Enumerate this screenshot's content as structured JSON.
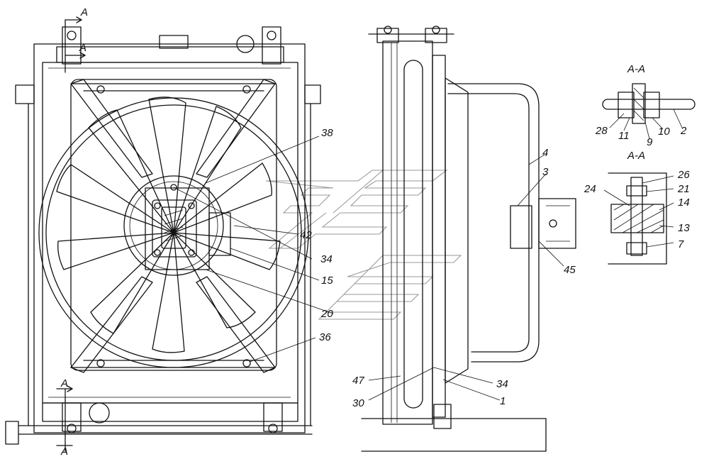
{
  "callouts": {
    "n38": "38",
    "n42": "42",
    "n34a": "34",
    "n15": "15",
    "n20": "20",
    "n36": "36",
    "n4": "4",
    "n3": "3",
    "n45": "45",
    "n47": "47",
    "n30": "30",
    "n34b": "34",
    "n1": "1",
    "n2": "2",
    "n10": "10",
    "n9": "9",
    "n11": "11",
    "n28": "28",
    "n26": "26",
    "n21": "21",
    "n24": "24",
    "n14": "14",
    "n13": "13",
    "n7": "7"
  },
  "section_marks": {
    "cut_a_top1": "A",
    "cut_a_top2": "A",
    "cut_a_bottom1": "A",
    "cut_a_bottom2": "A",
    "detail_title_1": "A-A",
    "detail_title_2": "A-A"
  },
  "colors": {
    "line": "#111111",
    "watermark": "#9a9a9a",
    "background": "#ffffff"
  }
}
